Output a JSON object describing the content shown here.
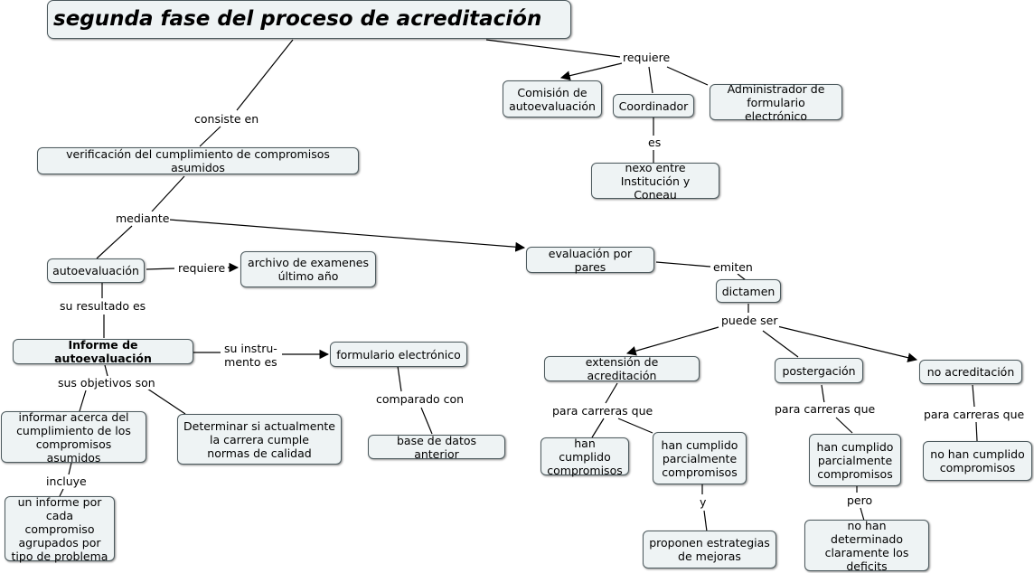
{
  "title": "segunda fase del proceso de acreditación",
  "concepts": {
    "comision": "Comisión de\nautoevaluación",
    "coordinador": "Coordinador",
    "administrador": "Administrador de\nformulario electrónico",
    "nexo": "nexo entre\nInstitución y Coneau",
    "verificacion": "verificación del cumplimiento de compromisos asumidos",
    "autoevaluacion": "autoevaluación",
    "archivo": "archivo de examenes\núltimo año",
    "evaluacion_pares": "evaluación por pares",
    "dictamen": "dictamen",
    "informe": "Informe de autoevaluación",
    "formulario": "formulario electrónico",
    "base_datos": "base de datos anterior",
    "informar": "informar acerca del\ncumplimiento de los\ncompromisos asumidos",
    "determinar": "Determinar si actualmente\nla carrera cumple\nnormas de calidad",
    "informe_por": "un informe por\ncada compromiso\nagrupados por\ntipo de problema",
    "extension": "extensión de acreditación",
    "postergacion": "postergación",
    "no_acreditacion": "no  acreditación",
    "han_cumplido": "han cumplido\ncompromisos",
    "han_cumplido_parcial_1": "han cumplido\nparcialmente\ncompromisos",
    "han_cumplido_parcial_2": "han cumplido\nparcialmente\ncompromisos",
    "no_han_cumplido": "no han cumplido\ncompromisos",
    "proponen": "proponen estrategias\nde mejoras",
    "no_han_determinado": "no han determinado\nclaramente  los\ndeficits"
  },
  "links": {
    "requiere_1": "requiere",
    "es": "es",
    "consiste_en": "consiste en",
    "mediante": "mediante",
    "requiere_2": "requiere",
    "emiten": "emiten",
    "su_resultado_es": "su resultado es",
    "puede_ser": "puede ser",
    "su_instrumento_es": "su instru-\nmento es",
    "comparado_con": "comparado con",
    "sus_objetivos_son": "sus objetivos son",
    "incluye": "incluye",
    "para_carreras_que_1": "para carreras que",
    "para_carreras_que_2": "para carreras que",
    "para_carreras_que_3": "para carreras que",
    "y": "y",
    "pero": "pero"
  },
  "colors": {
    "node_fill": "#eef3f4",
    "node_border": "#4d5a5e",
    "line": "#000000"
  }
}
